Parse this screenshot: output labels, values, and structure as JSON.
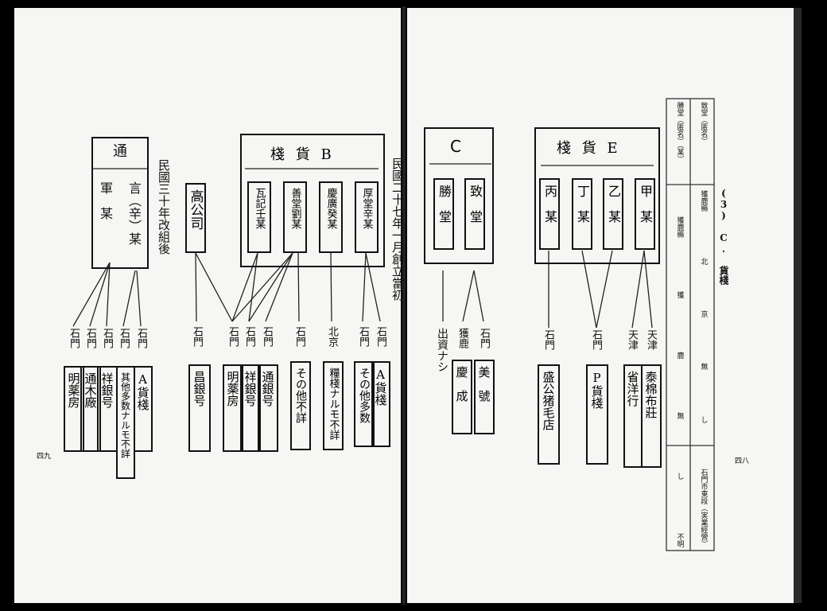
{
  "left": {
    "page_number": "四九",
    "company_tong": {
      "name": "通",
      "owners": [
        "言（辛）某",
        "軍　某"
      ]
    },
    "reorg_note": "民國三十年改組後",
    "gao": "高公司",
    "firm_b": {
      "name": "棧 貨 B",
      "owners": [
        "厚堂辛某",
        "慶廣癸某",
        "善堂劉某",
        "瓦記壬某"
      ]
    },
    "founding_note": "民國二十七年一月創立當初",
    "labels": [
      {
        "place": "石門",
        "name": "明薬房"
      },
      {
        "place": "石門",
        "name": "通木廠"
      },
      {
        "place": "石門",
        "name": "祥銀号"
      },
      {
        "place": "石門",
        "name": "其他多数ナルモ不詳"
      },
      {
        "place": "石門",
        "name": "A貨棧"
      },
      {
        "place": "石門",
        "name": "昌銀号"
      },
      {
        "place": "石門",
        "name": "明薬房"
      },
      {
        "place": "石門",
        "name": "祥銀号"
      },
      {
        "place": "石門",
        "name": "通銀号"
      },
      {
        "place": "石門",
        "name": "その他不詳"
      },
      {
        "place": "北京",
        "name": "糧棧ナルモ不詳"
      },
      {
        "place": "石門",
        "name": "その他多数"
      },
      {
        "place": "石門",
        "name": "A貨棧"
      }
    ]
  },
  "right": {
    "page_number": "四八",
    "firm_c": {
      "name": "C",
      "owners": [
        "勝　堂",
        "致　堂"
      ]
    },
    "firm_e": {
      "name": "棧 貨 E",
      "owners": [
        "甲　某",
        "乙　某",
        "丁　某",
        "丙　某"
      ]
    },
    "c_labels": [
      {
        "place": "",
        "name": "出資ナシ"
      },
      {
        "place": "獲鹿",
        "name": "慶　成"
      },
      {
        "place": "石門",
        "name": "美　號"
      }
    ],
    "e_labels": [
      {
        "place": "石門",
        "name": "盛公猪毛店"
      },
      {
        "place": "石門",
        "name": "P貨棧"
      },
      {
        "place": "天津",
        "name": "省洋行"
      },
      {
        "place": "天津",
        "name": "泰棉布莊"
      }
    ],
    "section_heading": "(3) C. 貨棧",
    "table": {
      "col1": [
        "致堂（匿名）",
        "獲鹿縣",
        "北",
        "京",
        "無",
        "し",
        "石門市東段（実業經營）"
      ],
      "col2": [
        "勝堂（匿名）（某）",
        "獲鹿縣",
        "獲",
        "鹿",
        "無",
        "し",
        "不明"
      ]
    }
  }
}
